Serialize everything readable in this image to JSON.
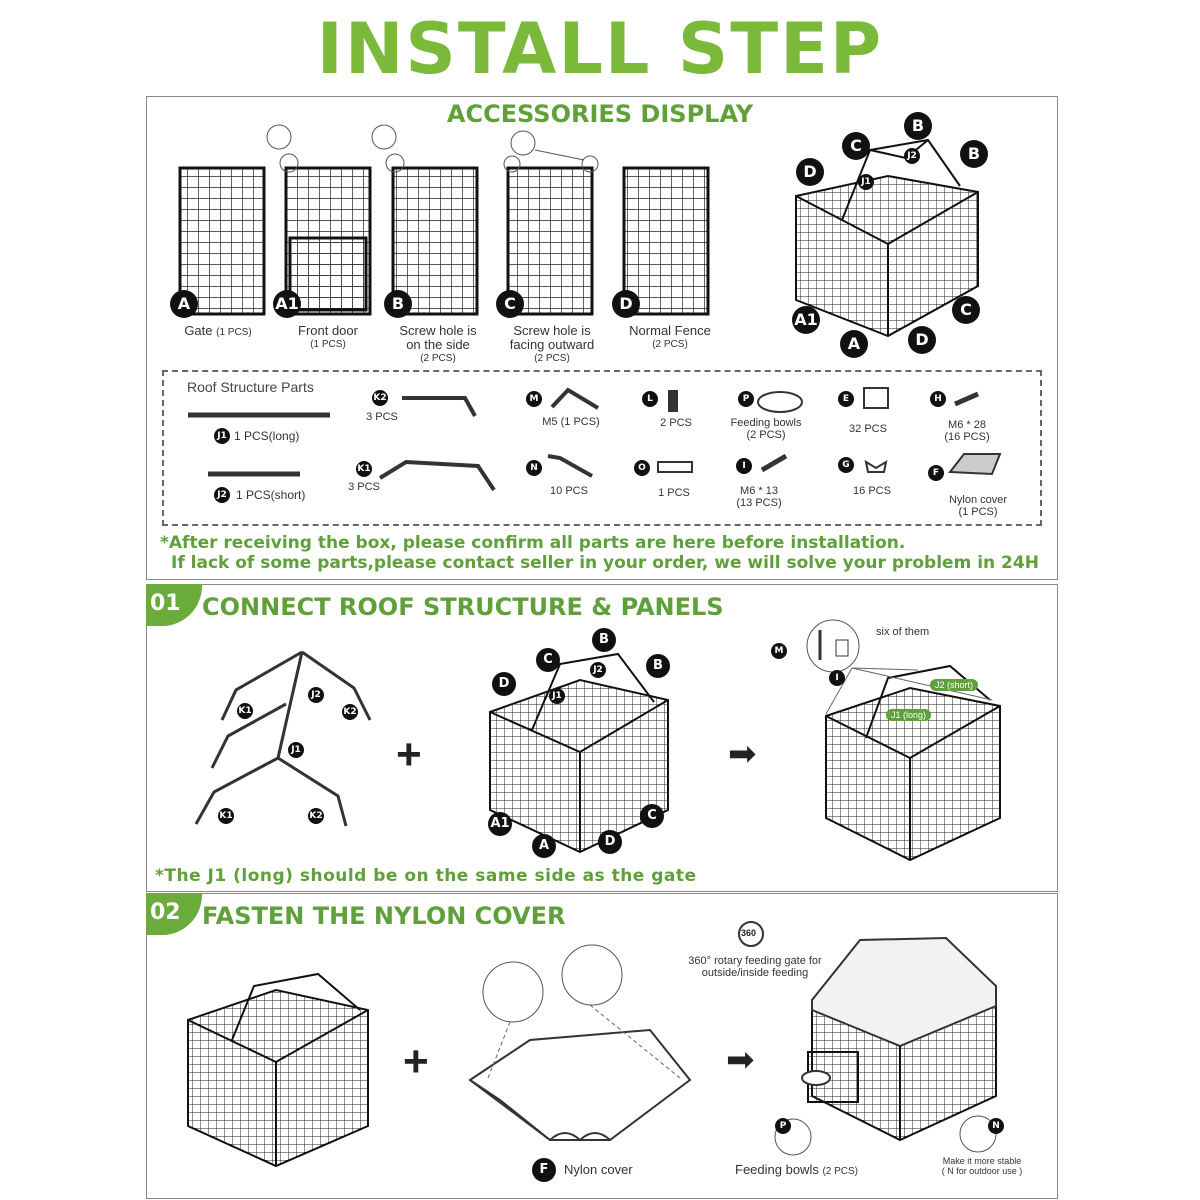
{
  "title": "INSTALL STEP",
  "accessories": {
    "heading": "ACCESSORIES DISPLAY",
    "panels": [
      {
        "badge": "A",
        "name": "Gate",
        "qty": "(1 PCS)"
      },
      {
        "badge": "A1",
        "name": "Front door",
        "qty": "(1 PCS)"
      },
      {
        "badge": "B",
        "name": "Screw hole is on the side",
        "qty": "(2 PCS)"
      },
      {
        "badge": "C",
        "name": "Screw hole is facing outward",
        "qty": "(2 PCS)"
      },
      {
        "badge": "D",
        "name": "Normal Fence",
        "qty": "(2 PCS)"
      }
    ],
    "kennel_badges": [
      "C",
      "B",
      "J2",
      "B",
      "D",
      "J1",
      "A1",
      "A",
      "D",
      "C"
    ],
    "roof_parts_heading": "Roof Structure Parts",
    "parts": [
      {
        "badge": "J1",
        "text": "1 PCS(long)"
      },
      {
        "badge": "J2",
        "text": "1 PCS(short)"
      },
      {
        "badge": "K2",
        "text": "3 PCS"
      },
      {
        "badge": "K1",
        "text": "3 PCS"
      },
      {
        "badge": "M",
        "text": "M5 (1 PCS)"
      },
      {
        "badge": "N",
        "text": "10 PCS"
      },
      {
        "badge": "L",
        "text": "2 PCS"
      },
      {
        "badge": "O",
        "text": "1 PCS"
      },
      {
        "badge": "P",
        "text": "Feeding bowls",
        "qty": "(2 PCS)"
      },
      {
        "badge": "I",
        "text": "M6 * 13",
        "qty": "(13 PCS)"
      },
      {
        "badge": "E",
        "text": "32 PCS"
      },
      {
        "badge": "G",
        "text": "16 PCS"
      },
      {
        "badge": "H",
        "text": "M6 * 28",
        "qty": "(16 PCS)"
      },
      {
        "badge": "F",
        "text": "Nylon cover",
        "qty": "(1 PCS)"
      }
    ],
    "note_line1": "*After receiving the box, please confirm all parts are here before installation.",
    "note_line2": "If lack of some parts,please contact seller in your order, we will solve your problem in 24H"
  },
  "step1": {
    "num": "01",
    "heading": "CONNECT ROOF STRUCTURE & PANELS",
    "frame_badges": [
      "K1",
      "J2",
      "K2",
      "J1",
      "K1",
      "K2"
    ],
    "kennel_badges": [
      "B",
      "C",
      "J2",
      "B",
      "D",
      "J1",
      "A1",
      "A",
      "D",
      "C"
    ],
    "detail_badges": [
      "M",
      "I"
    ],
    "six_of_them": "six of them",
    "tag_j2": "J2 (short)",
    "tag_j1": "J1 (long)",
    "note": "*The J1 (long) should be on the same side as the gate"
  },
  "step2": {
    "num": "02",
    "heading": "FASTEN THE NYLON COVER",
    "rotary_icon": "360",
    "rotary_text": "360° rotary feeding gate for outside/inside feeding",
    "nylon_badge": "F",
    "nylon_label": "Nylon cover",
    "feeding_badge": "P",
    "feeding_label": "Feeding bowls",
    "feeding_qty": "(2 PCS)",
    "stable_badge": "N",
    "stable_text": "Make it more stable",
    "stable_sub": "( N for outdoor use )"
  },
  "colors": {
    "accent": "#7bb93a",
    "heading_green": "#5fa03a",
    "border": "#888888"
  }
}
